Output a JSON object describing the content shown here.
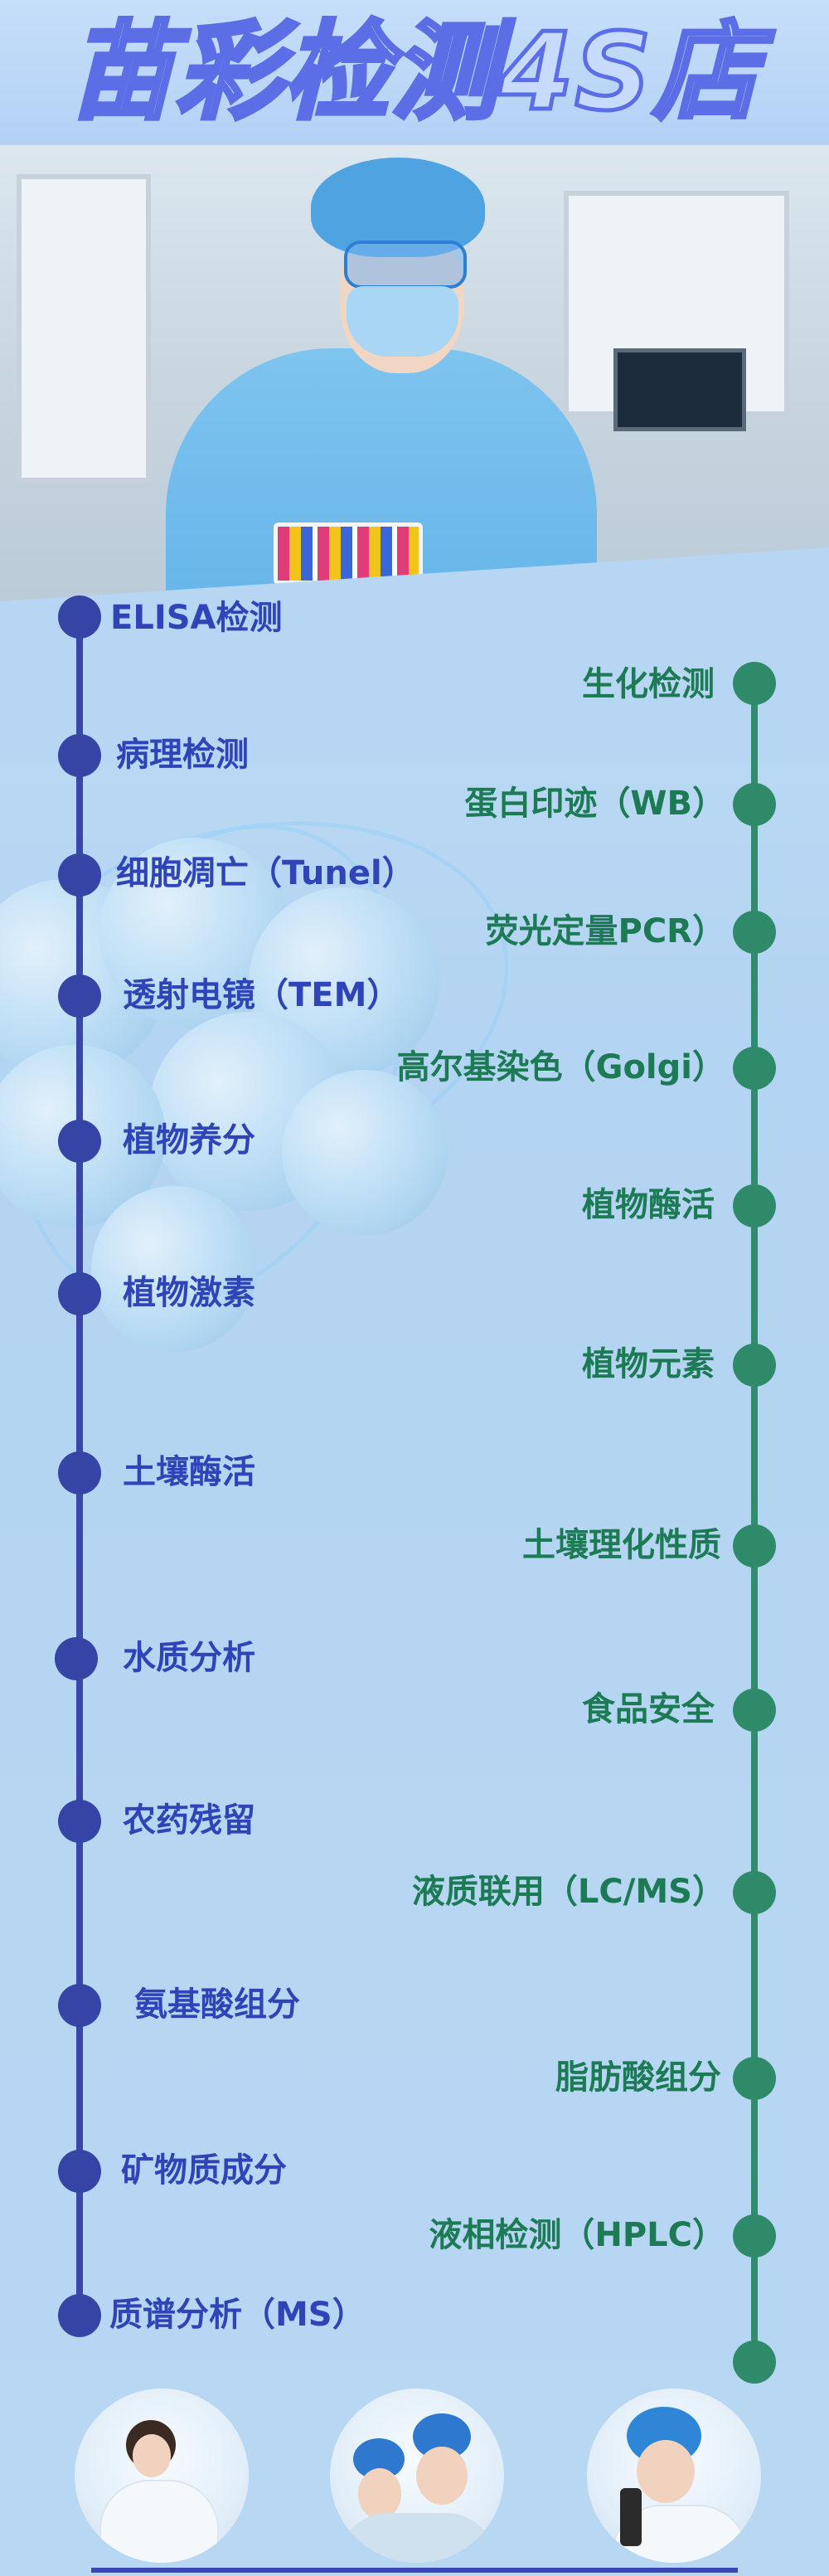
{
  "title": "苗彩检测4S店",
  "colors": {
    "left_accent": "#3644a5",
    "right_accent": "#2e8a69",
    "title_stroke": "#5b6ee6"
  },
  "left_items": [
    "ELISA检测",
    "病理检测",
    "细胞凋亡（Tunel）",
    "透射电镜（TEM）",
    "植物养分",
    "植物激素",
    "土壤酶活",
    "水质分析",
    "农药残留",
    "氨基酸组分",
    "矿物质成分",
    "质谱分析（MS）"
  ],
  "right_items": [
    "生化检测",
    "蛋白印迹（WB）",
    "荧光定量PCR）",
    "高尔基染色（Golgi）",
    "植物酶活",
    "植物元素",
    "土壤理化性质",
    "食品安全",
    "液质联用（LC/MS）",
    "脂肪酸组分",
    "液相检测（HPLC）"
  ]
}
